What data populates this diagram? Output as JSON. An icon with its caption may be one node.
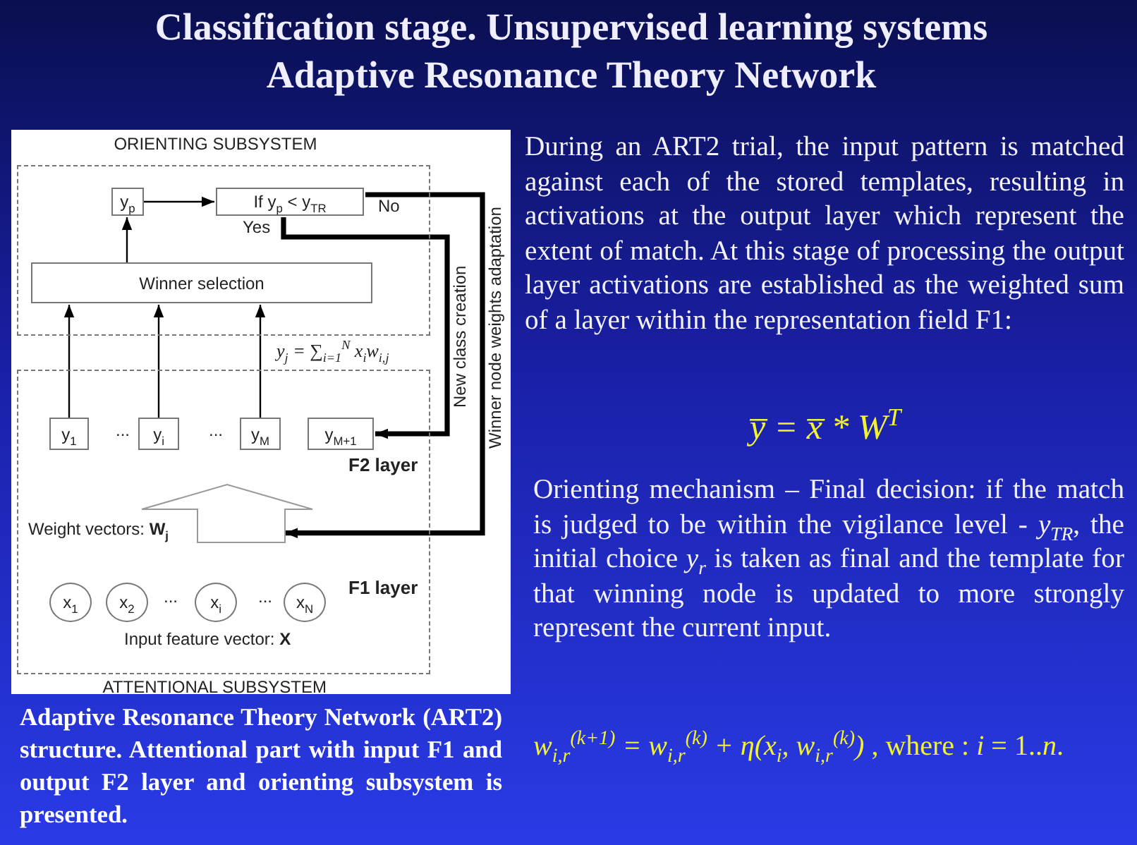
{
  "diagram": {
    "title": "Classification stage. Unsupervised learning systems Adaptive Resonance Theory Network",
    "caption": "Adaptive Resonance Theory Network (ART2) structure. Attentional part with input F1 and output F2 layer and orienting subsystem is presented.",
    "nodes": [
      {
        "text": [
          "ORIENTING SUBSYSTEM"
        ]
      },
      {
        "text": [
          "y$_{p}$"
        ],
        "in": 0
      },
      {
        "text": [
          "If y$_{p}$ < y$_{TR}$"
        ],
        "in": 0
      },
      {
        "text": [
          "Winner selection"
        ],
        "in": 0
      },
      {
        "text": [
          "ATTENTIONAL SUBSYSTEM"
        ]
      },
      {
        "text": [
          "y$_{1}$"
        ],
        "in": 4
      },
      {
        "text": [
          "y$_{i}$"
        ],
        "in": 4
      },
      {
        "text": [
          "y$_{M}$"
        ],
        "in": 4
      },
      {
        "text": [
          "y$_{M+1}$"
        ],
        "in": 4
      },
      {
        "text": [],
        "shape": "arrow",
        "in": 4,
        "beside": [
          "Weight vectors: **W$_{j}$**"
        ]
      },
      {
        "text": [
          "x$_{1}$"
        ],
        "in": 4
      },
      {
        "text": [
          "x$_{2}$"
        ],
        "in": 4
      },
      {
        "text": [
          "x$_{i}$"
        ],
        "in": 4
      },
      {
        "text": [
          "x$_{N}$"
        ],
        "in": 4
      }
    ],
    "edges": [
      {
        "from": 1,
        "to": 2,
        "arrow": "to"
      },
      {
        "from": 3,
        "to": 1,
        "arrow": "to"
      },
      {
        "from": 5,
        "to": 3,
        "arrow": "to"
      },
      {
        "from": 6,
        "to": 3,
        "arrow": "to"
      },
      {
        "from": 7,
        "to": 3,
        "arrow": "to"
      },
      {
        "from": 2,
        "to": 8,
        "arrow": "to",
        "label": "New class creation",
        "style": "thick"
      },
      {
        "from": 2,
        "to": 9,
        "arrow": "to",
        "label": "Winner node weights adaptation",
        "style": "thick"
      }
    ],
    "labels": [
      "y$_{j}$ = ∑$_{i=1}$$^{N}$ x$_{i}$w$_{i,j}$",
      "Yes",
      "No",
      "...",
      "...",
      "F2 layer",
      "...",
      "...",
      "F1 layer",
      "Input feature vector: **X**",
      "During an ART2 trial, the input pattern is matched against each of the stored templates, resulting in activations at the output layer which represent the extent of match. At this stage of processing the output layer activations are established as the weighted sum of a layer within the representation field F1:",
      "y̅ = x̅ * W$^{T}$",
      "Orienting mechanism – Final decision: if the match is judged to be within the vigilance level - *y$_{TR}$*, the initial choice *y$_{r}$* is taken as final and the template for that winning node is updated to more strongly represent the current input.",
      "*w$_{i,r}$$^{(k+1)}$ = w$_{i,r}$$^{(k)}$ + η(x$_{i}$, w$_{i,r}$$^{(k)}$)* , where : *i* = 1..*n*."
    ]
  }
}
